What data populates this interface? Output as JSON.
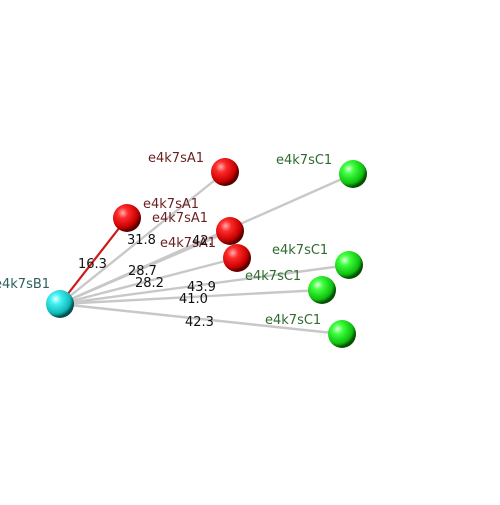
{
  "colors": {
    "background": "#ffffff",
    "bond": "#c8c8c8",
    "bond_highlight": "#cc1a1a",
    "red_atom": "#dd0000",
    "green_atom": "#22dd22",
    "cyan_atom": "#22dddd"
  },
  "center": {
    "label": "e4k7sB1",
    "color": "cyan"
  },
  "partners": [
    {
      "label": "e4k7sA1",
      "color": "red",
      "distance": "16.3",
      "highlight": true
    },
    {
      "label": "e4k7sA1",
      "color": "red",
      "distance": "31.8",
      "highlight": false
    },
    {
      "label": "e4k7sA1",
      "color": "red",
      "distance": "28.7",
      "highlight": false
    },
    {
      "label": "e4k7sA1",
      "color": "red",
      "distance": "28.2",
      "highlight": false
    },
    {
      "label": "e4k7sC1",
      "color": "green",
      "distance": "42.",
      "highlight": false
    },
    {
      "label": "e4k7sC1",
      "color": "green",
      "distance": "43.9",
      "highlight": false
    },
    {
      "label": "e4k7sC1",
      "color": "green",
      "distance": "41.0",
      "highlight": false
    },
    {
      "label": "e4k7sC1",
      "color": "green",
      "distance": "42.3",
      "highlight": false
    }
  ]
}
